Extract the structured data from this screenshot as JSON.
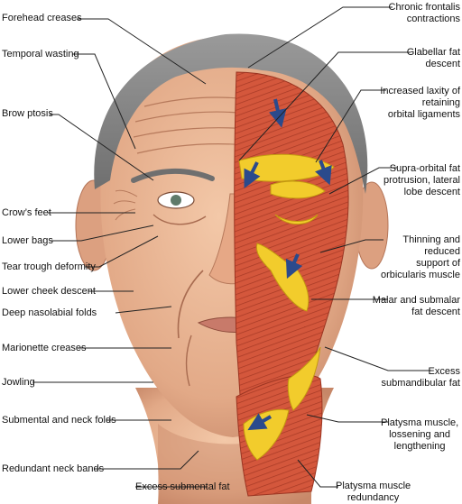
{
  "figure": {
    "left_labels": [
      "Forehead creases",
      "Temporal wasting",
      "Brow ptosis",
      "Crow’s feet",
      "Lower bags",
      "Tear trough deformity",
      "Lower cheek descent",
      "Deep nasolabial folds",
      "Marionette creases",
      "Jowling",
      "Submental and neck folds",
      "Redundant neck bands",
      "Excess submental fat"
    ],
    "right_labels": [
      [
        "Chronic frontalis",
        "contractions"
      ],
      [
        "Glabellar fat",
        "descent"
      ],
      [
        "Increased laxity of",
        "retaining",
        "orbital ligaments"
      ],
      [
        "Supra-orbital fat",
        "protrusion, lateral",
        "lobe descent"
      ],
      [
        "Thinning and",
        "reduced",
        "support of",
        "orbicularis muscle"
      ],
      [
        "Malar and submalar",
        "fat descent"
      ],
      [
        "Excess",
        "submandibular fat"
      ],
      [
        "Platysma muscle,",
        "lossening and",
        "lengthening"
      ],
      [
        "Platysma muscle",
        "redundancy"
      ]
    ]
  },
  "colors": {
    "skin": "#e9b594",
    "skin_shadow": "#c98a6a",
    "hair": "#8a8a8a",
    "muscle": "#d2553a",
    "fat": "#f2cc2c",
    "arrow": "#2a4a8c",
    "leader": "#222222"
  }
}
